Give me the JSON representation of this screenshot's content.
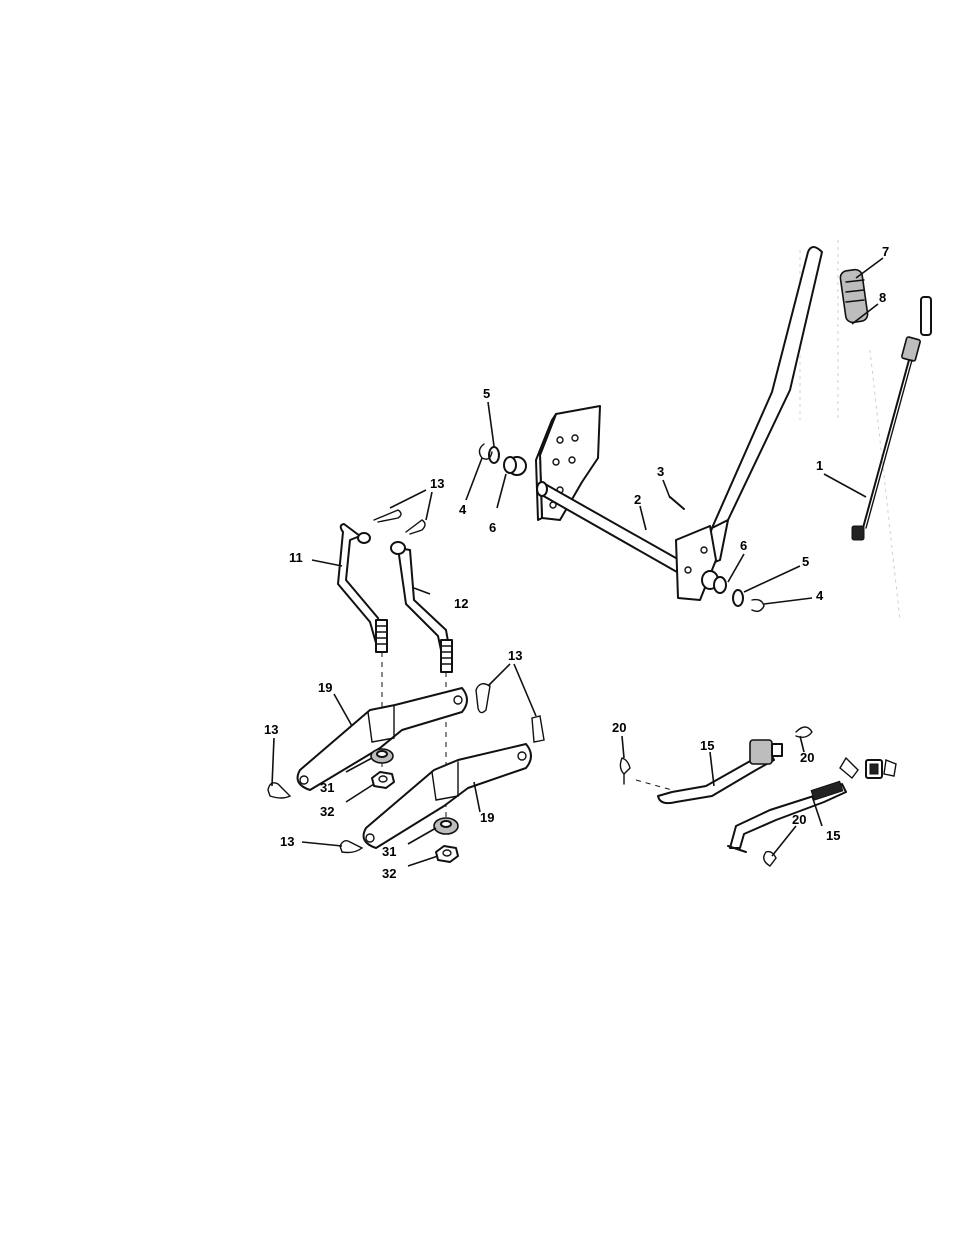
{
  "labels": {
    "p1": "1",
    "p2": "2",
    "p3": "3",
    "p4a": "4",
    "p4b": "4",
    "p5a": "5",
    "p5b": "5",
    "p6a": "6",
    "p6b": "6",
    "p7": "7",
    "p8": "8",
    "p11": "11",
    "p12": "12",
    "p13a": "13",
    "p13b": "13",
    "p13c": "13",
    "p13d": "13",
    "p15a": "15",
    "p15b": "15",
    "p19a": "19",
    "p19b": "19",
    "p20a": "20",
    "p20b": "20",
    "p20c": "20",
    "p31a": "31",
    "p31b": "31",
    "p32a": "32",
    "p32b": "32"
  }
}
